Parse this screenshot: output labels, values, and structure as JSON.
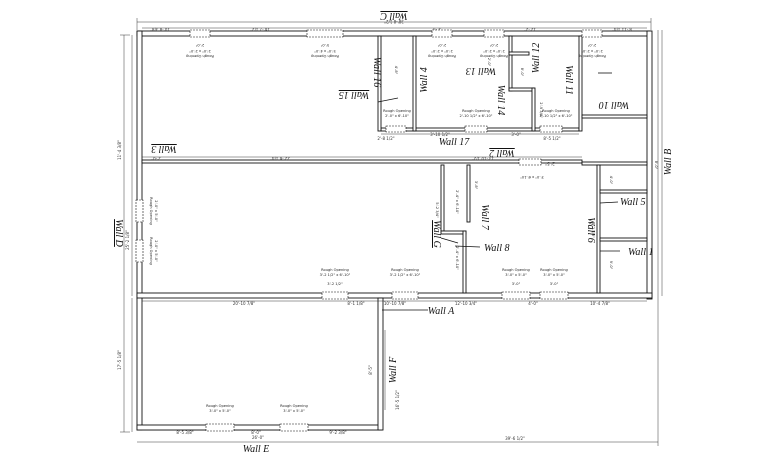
{
  "walls": {
    "a": "Wall A",
    "b": "Wall B",
    "c": "Wall C",
    "d": "Wall D",
    "e": "Wall E",
    "f": "Wall F",
    "g": "Wall G",
    "w1": "Wall 1",
    "w2": "Wall 2",
    "w3": "Wall 3",
    "w4": "Wall 4",
    "w5": "Wall 5",
    "w6": "Wall 6",
    "w7": "Wall 7",
    "w8": "Wall 8",
    "w10": "Wall 10",
    "w11": "Wall 11",
    "w12": "Wall 12",
    "w13": "Wall 13",
    "w14": "Wall 14",
    "w15": "Wall 15",
    "w16": "Wall 16",
    "w17": "Wall 17"
  },
  "dims": {
    "overall_bottom": "39'-6 1/2\"",
    "wall_e_len": "26'-0\"",
    "e_left": "8'-5 3/8\"",
    "e_mid": "8'-0\"",
    "e_right": "9'-2 3/8\"",
    "a_seg1": "20'-10 7/8\"",
    "a_seg2": "8'-1 1/8\"",
    "a_seg3": "10'-10 7/8\"",
    "a_seg4": "12'-10 3/4\"",
    "a_seg5": "4'-0\"",
    "a_seg6": "10'-4 7/8\"",
    "a_open1": "3'-2 1/2\"",
    "a_open2": "3'-0\"",
    "a_open3": "3'-0\"",
    "f_len": "8'-5\"",
    "f_low": "16'-5 1/2\"",
    "w17_left": "2'-8 1/2\"",
    "w17_mid": "3'-10 1/2\"",
    "w17_mid2": "3'-0\"",
    "w17_right": "8'-5 1/2\"",
    "w3_left": "2'-0\"",
    "w3_mid": "22'-6 1/4\"",
    "w2_mid": "13'-10 1/2\"",
    "w2_right": "2'-5\"",
    "c_total": "38'-8 1/2\"",
    "c_seg1": "10'-8 3/8\"",
    "c_seg2": "16'-7 1/2\"",
    "c_seg3": "2'-3\"",
    "c_seg4": "12'-2\"",
    "c_seg5": "8'-11 1/4\"",
    "c_open1": "2'-0\"",
    "c_open2": "5'-0\"",
    "c_open3": "2'-0\"",
    "c_open4": "2'-0\"",
    "c_open5": "2'-0\"",
    "d_total": "25'-2 1/8\"",
    "d_upper": "11'-4 3/8\"",
    "d_lower": "17'-5 1/8\"",
    "d_open": "5'-0\"",
    "b_total": "8'-0\"",
    "w6_top": "4'-0\"",
    "w6_len": "7'-2 5/8\"",
    "w1_len": "9'-0\"",
    "w4_len": "5'-0\"",
    "w7_len": "3'-8\"",
    "w9_len": "5'-2 3/4\"",
    "w12_len": "8'-0\"",
    "w14_len": "2'-9 3/4\"",
    "w16_len": "4'-8\"",
    "w13_len": "2'-0\""
  },
  "openings": {
    "ro_label": "Rough Opening",
    "a1": "3'-2 1/2\" x 6'-10\"",
    "a2": "3'-2 1/2\" x 6'-10\"",
    "a3": "3'-0\" x 5'-0\"",
    "a4": "3'-0\" x 5'-0\"",
    "e1": "3'-0\" x 5'-0\"",
    "e2": "3'-0\" x 5'-0\"",
    "w17a": "2'-10 1/2\" x 6'-10\"",
    "w17b": "2'-10 1/2\" x 6'-10\"",
    "w17c": "2'-0\" x 6'-10\"",
    "c1": "2'-0\" x 2'-0\"",
    "c2": "5'-0\" x 4'-0\"",
    "c3": "2'-0\" x 2'-0\"",
    "c4": "2'-0\" x 2'-0\"",
    "c5": "2'-0\" x 2'-0\"",
    "d1": "2'-0\" x 5'-0\"",
    "d2": "2'-0\" x 5'-0\"",
    "w7a": "2'-4\" x 6'-10\"",
    "w8a": "2'-4\" x 6'-10\"",
    "w2a": "3'-0\" x 6'-10\""
  }
}
